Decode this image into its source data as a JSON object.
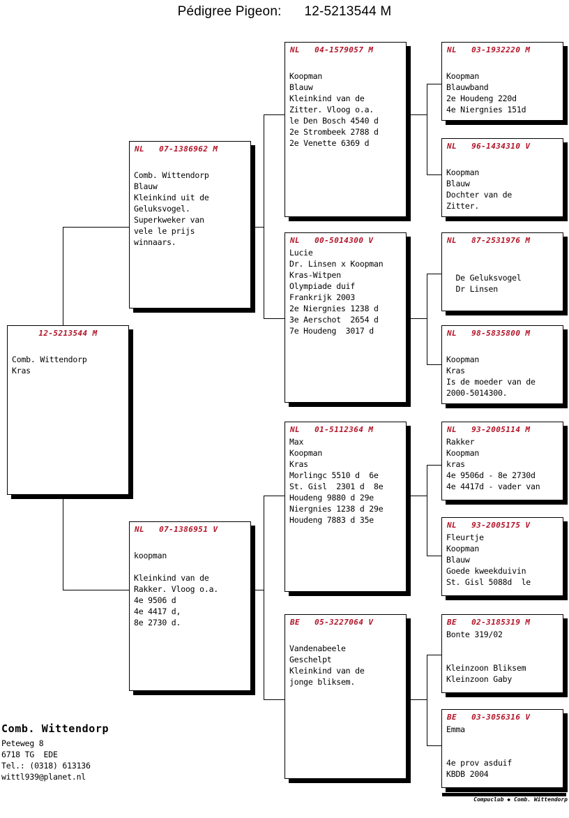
{
  "title": "Pédigree Pigeon:      12-5213544 M",
  "subject": {
    "header": "12-5213544 M",
    "body": "\nComb. Wittendorp\nKras"
  },
  "generation2": [
    {
      "header": "NL   07-1386962 M",
      "body": "\nComb. Wittendorp\nBlauw\nKleinkind uit de\nGeluksvogel.\nSuperkweker van\nvele le prijs\nwinnaars."
    },
    {
      "header": "NL   07-1386951 V",
      "body": "\nkoopman\n\nKleinkind van de\nRakker. Vloog o.a.\n4e 9506 d\n4e 4417 d,\n8e 2730 d."
    }
  ],
  "generation3": [
    {
      "header": "NL   04-1579057 M",
      "body": "\nKoopman\nBlauw\nKleinkind van de\nZitter. Vloog o.a.\nle Den Bosch 4540 d\n2e Strombeek 2788 d\n2e Venette 6369 d"
    },
    {
      "header": "NL   00-5014300 V",
      "body": "Lucie\nDr. Linsen x Koopman\nKras-Witpen\nOlympiade duif\nFrankrijk 2003\n2e Niergnies 1238 d\n3e Aerschot  2654 d\n7e Houdeng  3017 d"
    },
    {
      "header": "NL   01-5112364 M",
      "body": "Max\nKoopman\nKras\nMorlingc 5510 d  6e\nSt. Gisl  2301 d  8e\nHoudeng 9880 d 29e\nNiergnies 1238 d 29e\nHoudeng 7883 d 35e"
    },
    {
      "header": "BE   05-3227064 V",
      "body": "\nVandenabeele\nGeschelpt\nKleinkind van de\njonge bliksem."
    }
  ],
  "generation4": [
    {
      "header": "NL   03-1932220 M",
      "body": "\nKoopman\nBlauwband\n2e Houdeng 220d\n4e Niergnies 151d"
    },
    {
      "header": "NL   96-1434310 V",
      "body": "\nKoopman\nBlauw\nDochter van de\nZitter."
    },
    {
      "header": "NL   87-2531976 M",
      "body": "\n\n  De Geluksvogel\n  Dr Linsen"
    },
    {
      "header": "NL   98-5835800 M",
      "body": "\nKoopman\nKras\nIs de moeder van de\n2000-5014300."
    },
    {
      "header": "NL   93-2005114 M",
      "body": "Rakker\nKoopman\nkras\n4e 9506d - 8e 2730d\n4e 4417d - vader van"
    },
    {
      "header": "NL   93-2005175 V",
      "body": "Fleurtje\nKoopman\nBlauw\nGoede kweekduivin\nSt. Gisl 5088d  le"
    },
    {
      "header": "BE   02-3185319 M",
      "body": "Bonte 319/02\n\n\nKleinzoon Bliksem\nKleinzoon Gaby"
    },
    {
      "header": "BE   03-3056316 V",
      "body": "Emma\n\n\n4e prov asduif\nKBDB 2004"
    }
  ],
  "footer": {
    "name": "Comb. Wittendorp",
    "address": "Peteweg 8\n6718 TG  EDE\nTel.: (0318) 613136\nwittl939@planet.nl",
    "credit": "Compuclub ◆ Comb. Wittendorp"
  },
  "colors": {
    "header_red": "#b11226",
    "text_black": "#000000",
    "background": "#ffffff"
  }
}
